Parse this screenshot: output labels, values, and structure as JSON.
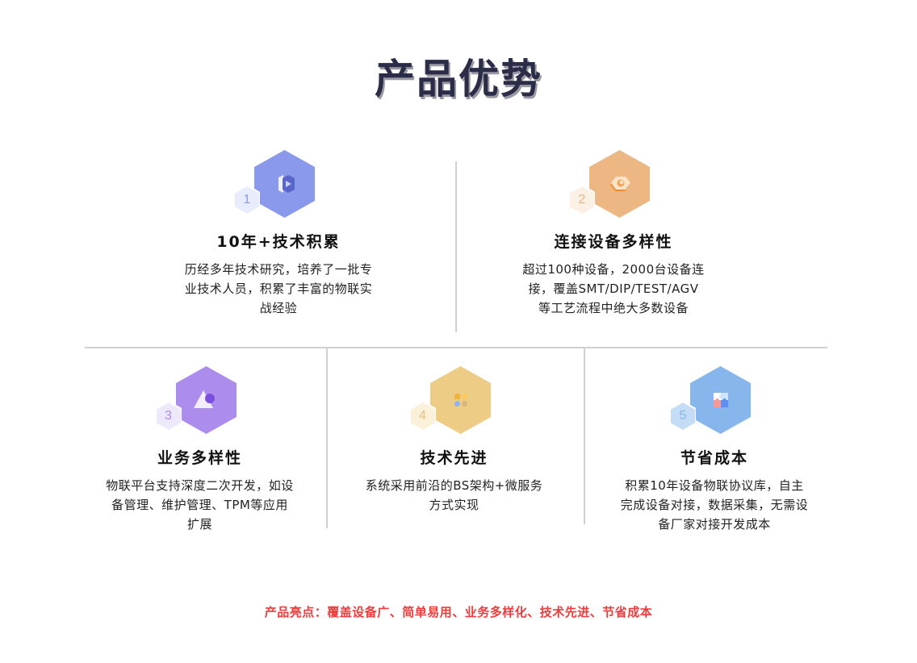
{
  "page": {
    "title": "产品优势",
    "highlight": "产品亮点：覆盖设备广、简单易用、业务多样化、技术先进、节省成本"
  },
  "colors": {
    "title": "#2b2d48",
    "highlight": "#ee3b3b",
    "divider": "#d0d0d0"
  },
  "features": [
    {
      "number": "1",
      "icon": "play-hexagon-icon",
      "color": "#8a99ec",
      "badge_color": "#e8ecfd",
      "title": "10年+技术积累",
      "desc_lines": [
        "历经多年技术研究，培养了一批专",
        "业技术人员，积累了丰富的物联实",
        "战经验"
      ]
    },
    {
      "number": "2",
      "icon": "nut-icon",
      "color": "#edb784",
      "badge_color": "#fbf0e4",
      "title": "连接设备多样性",
      "desc_lines": [
        "超过100种设备，2000台设备连",
        "接，覆盖SMT/DIP/TEST/AGV",
        "等工艺流程中绝大多数设备"
      ]
    },
    {
      "number": "3",
      "icon": "triangle-circle-icon",
      "color": "#ac8ded",
      "badge_color": "#eee8fb",
      "title": "业务多样性",
      "desc_lines": [
        "物联平台支持深度二次开发，如设",
        "备管理、维护管理、TPM等应用",
        "扩展"
      ]
    },
    {
      "number": "4",
      "icon": "clover-icon",
      "color": "#edcc85",
      "badge_color": "#fbf1db",
      "title": "技术先进",
      "desc_lines": [
        "系统采用前沿的BS架构+微服务",
        "方式实现"
      ]
    },
    {
      "number": "5",
      "icon": "puzzle-icon",
      "color": "#86b6ec",
      "badge_color": "#c5dcf7",
      "title": "节省成本",
      "desc_lines": [
        "积累10年设备物联协议库，自主",
        "完成设备对接，数据采集，无需设",
        "备厂家对接开发成本"
      ]
    }
  ]
}
